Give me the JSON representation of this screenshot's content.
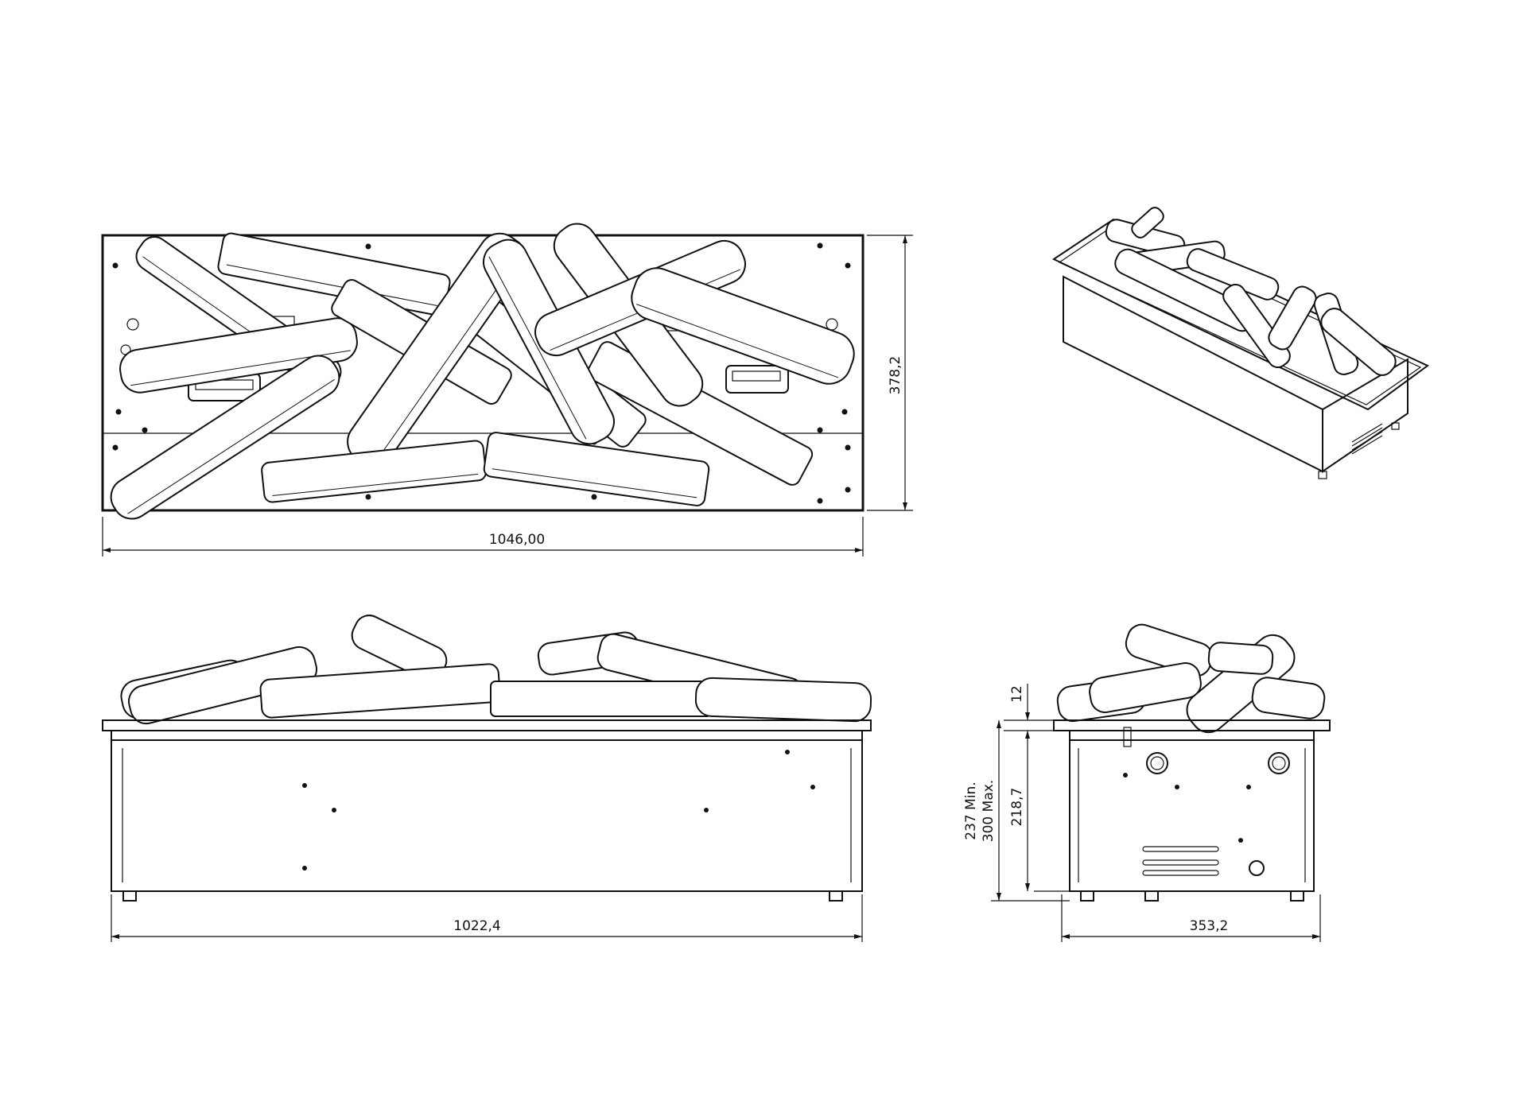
{
  "dimensions": {
    "top_width": "1046,00",
    "top_depth": "378,2",
    "front_width": "1022,4",
    "side_width": "353,2",
    "height_min": "237 Min.",
    "height_max": "300 Max.",
    "height_body": "218,7",
    "lip": "12"
  }
}
